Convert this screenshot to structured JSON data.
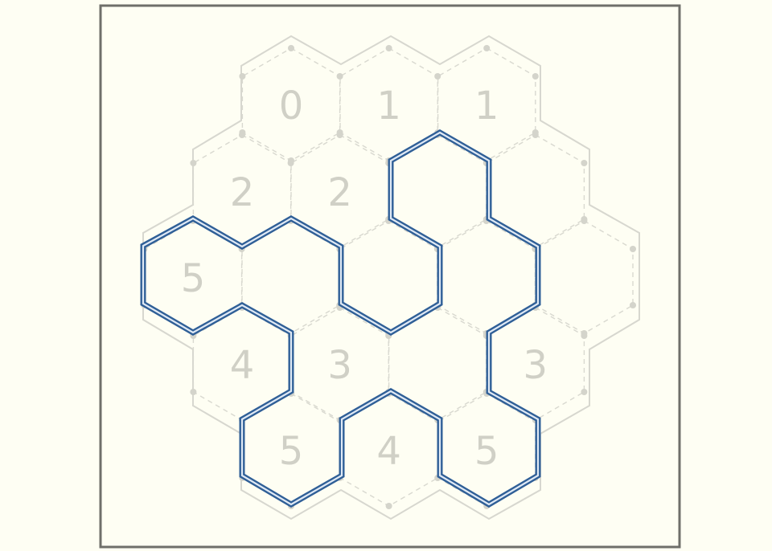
{
  "puzzle": {
    "grid_type": "hexagonal",
    "rows": [
      {
        "cells": [
          {
            "clue": "0"
          },
          {
            "clue": "1"
          },
          {
            "clue": "1"
          }
        ]
      },
      {
        "cells": [
          {
            "clue": "2"
          },
          {
            "clue": "2"
          },
          {
            "clue": ""
          },
          {
            "clue": ""
          }
        ]
      },
      {
        "cells": [
          {
            "clue": "5"
          },
          {
            "clue": ""
          },
          {
            "clue": ""
          },
          {
            "clue": ""
          },
          {
            "clue": ""
          }
        ]
      },
      {
        "cells": [
          {
            "clue": "4"
          },
          {
            "clue": "3"
          },
          {
            "clue": ""
          },
          {
            "clue": "3"
          }
        ]
      },
      {
        "cells": [
          {
            "clue": "5"
          },
          {
            "clue": "4"
          },
          {
            "clue": "5"
          }
        ]
      }
    ]
  },
  "colors": {
    "background": "#fefef3",
    "clue_text": "#d0d0c6",
    "loop": "#2f5f97",
    "grid_lines": "#d9d9d0"
  }
}
